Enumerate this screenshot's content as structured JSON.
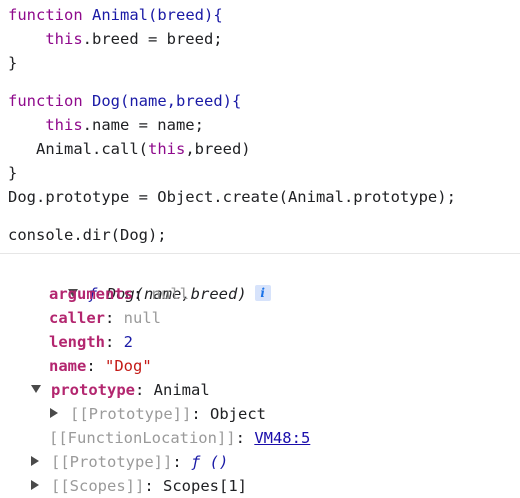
{
  "source": {
    "animal_fn": {
      "kw": "function",
      "name": "Animal",
      "params": "(breed){",
      "body_kw": "this",
      "body_rest": ".breed = breed;",
      "close": "}"
    },
    "dog_fn": {
      "kw": "function",
      "name": "Dog",
      "params": "(name,breed){",
      "line1_kw": "this",
      "line1_rest": ".name = name;",
      "line2_a": "Animal.call(",
      "line2_kw": "this",
      "line2_b": ",breed)",
      "close": "}"
    },
    "proto_line": "Dog.prototype = Object.create(Animal.prototype);",
    "console_line": "console.dir(Dog);"
  },
  "output": {
    "root": {
      "fsym": "ƒ",
      "signature": "Dog(name,breed)",
      "info_badge": "i"
    },
    "props": {
      "arguments_key": "arguments",
      "arguments_val": "null",
      "caller_key": "caller",
      "caller_val": "null",
      "length_key": "length",
      "length_val": "2",
      "name_key": "name",
      "name_val": "\"Dog\"",
      "prototype_key": "prototype",
      "prototype_val": "Animal",
      "inner_proto_key": "[[Prototype]]",
      "inner_proto_val": "Object",
      "fn_location_key": "[[FunctionLocation]]",
      "fn_location_val": "VM48:5",
      "proto_key": "[[Prototype]]",
      "proto_val": "ƒ ()",
      "scopes_key": "[[Scopes]]",
      "scopes_val": "Scopes[1]"
    },
    "colon": ": "
  },
  "colors": {
    "keyword": "#8f0a8c",
    "function_name": "#1a1aa6",
    "property_key": "#b3266f",
    "null": "#9a9a9a",
    "number": "#1a1aa6",
    "string": "#c41a16",
    "link": "#1a0dab"
  },
  "icons": {
    "expanded": "triangle-down-icon",
    "collapsed": "triangle-right-icon",
    "info": "info-icon"
  }
}
